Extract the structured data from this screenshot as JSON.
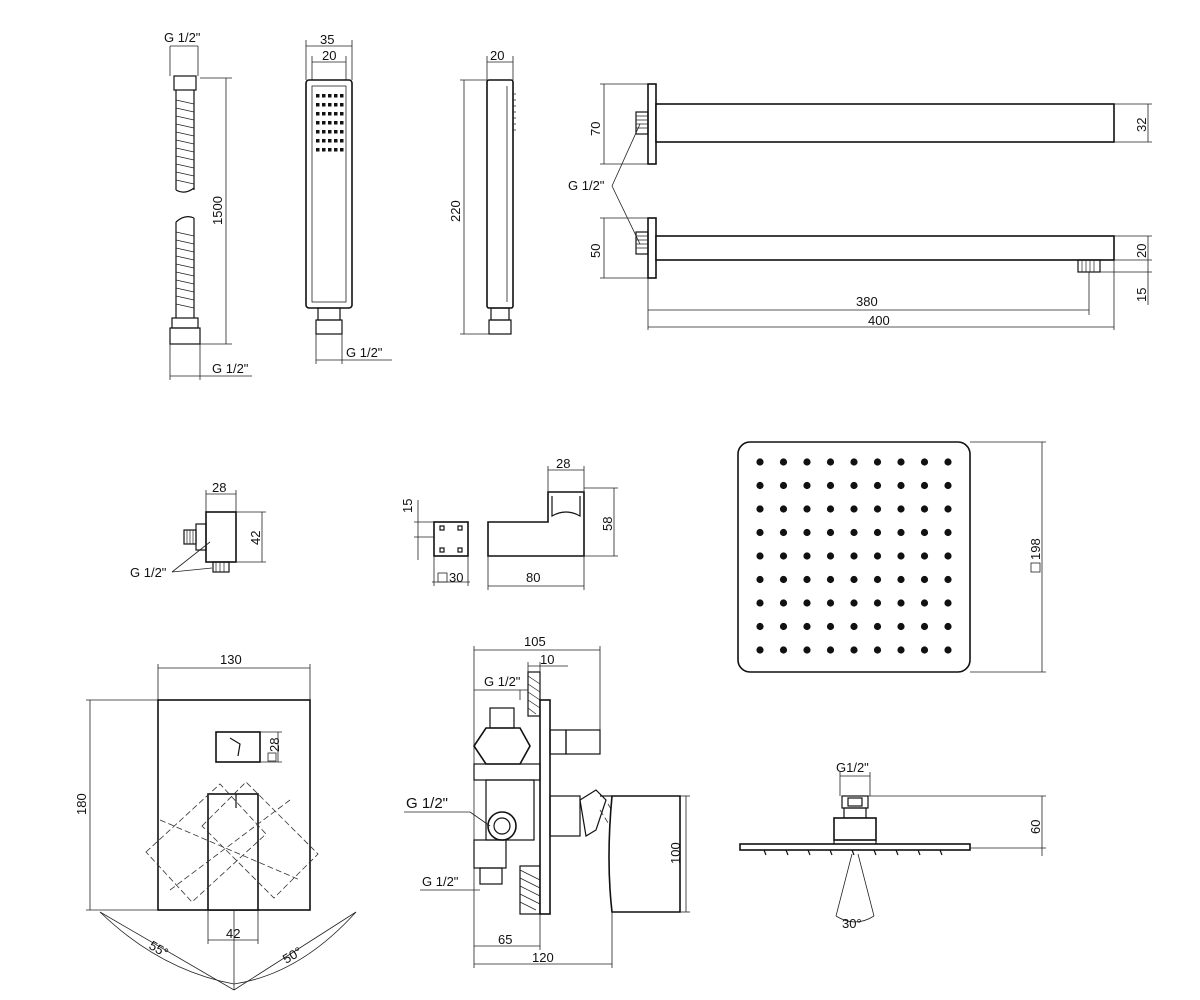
{
  "hose": {
    "thread_top": "G 1/2\"",
    "length": "1500",
    "thread_bottom": "G 1/2\""
  },
  "hand_shower_front": {
    "width": "35",
    "face": "20",
    "thread": "G 1/2\""
  },
  "hand_shower_side": {
    "depth": "20",
    "length": "220"
  },
  "shower_arms": {
    "thread": "G 1/2\"",
    "arm1_flange": "70",
    "arm1_height": "32",
    "arm2_flange": "50",
    "arm2_height": "20",
    "arm2_outlet": "15",
    "length_inner": "380",
    "length_total": "400"
  },
  "wall_outlet": {
    "width": "28",
    "height": "42",
    "thread": "G 1/2\""
  },
  "bracket": {
    "front_height": "15",
    "front_square": "30",
    "side_top": "28",
    "side_height": "58",
    "side_length": "80"
  },
  "shower_head": {
    "size": "198"
  },
  "mixer_plate": {
    "width": "130",
    "height": "180",
    "indicator": "28",
    "lever": "42",
    "angle_left": "55°",
    "angle_right": "50°"
  },
  "valve_body": {
    "overall": "105",
    "plate": "10",
    "thread_top": "G 1/2\"",
    "thread_mid": "G 1/2\"",
    "thread_bottom": "G 1/2\"",
    "depth": "100",
    "base": "65",
    "total": "120"
  },
  "head_side": {
    "thread": "G1/2\"",
    "height": "60",
    "spray_angle": "30°"
  }
}
